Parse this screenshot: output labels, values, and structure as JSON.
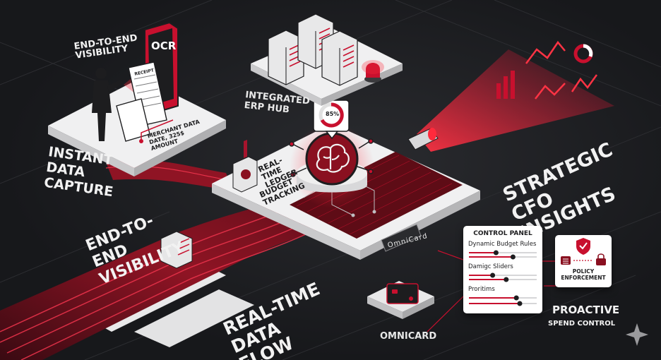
{
  "labels": {
    "end_to_end_top": "END-TO-END VISIBILITY",
    "ocr": "OCR",
    "receipt": "RECEIPT",
    "merchant": "MERCHANT DATA DATE, 325$ AMOUNT",
    "instant_capture": "INSTANT DATA CAPTURE",
    "integrated_erp": "INTEGRATED ERP HUB",
    "percent": "85%",
    "real_time_ledger": "REAL-TIME LEDGER",
    "budget_tracking": "BUDGET TRACKING",
    "strategic_cfo": "STRATEGIC CFO INSIGHTS",
    "end_to_end_mid": "END-TO-END VISIBILITY",
    "omnicard_badge": "OmniCard",
    "real_time_flow": "REAL-TIME DATA FLOW",
    "omnicard": "OMNICARD",
    "proactive": "PROACTIVE",
    "spend_control": "SPEND CONTROL"
  },
  "control_panel": {
    "title": "CONTROL PANEL",
    "rows": [
      "Dynamic Budget Rules",
      "Damigc Sliders",
      "Proritims"
    ],
    "slider_levels": [
      0.4,
      0.65,
      0.35,
      0.55,
      0.7,
      0.75
    ]
  },
  "policy": {
    "title_line1": "POLICY",
    "title_line2": "ENFORCEMENT"
  },
  "icons": [
    "person-icon",
    "phone-icon",
    "receipt-icon",
    "server-icon",
    "alarm-light-icon",
    "brain-icon",
    "donut-chart-icon",
    "projector-icon",
    "bar-chart-icon",
    "line-chart-icon",
    "credit-card-icon",
    "shield-check-icon",
    "lock-icon",
    "list-icon",
    "sparkle-icon"
  ],
  "colors": {
    "background": "#17181b",
    "accent_red": "#c8102e",
    "dark_red": "#7a0f1c",
    "platform": "#f2f2f2"
  }
}
